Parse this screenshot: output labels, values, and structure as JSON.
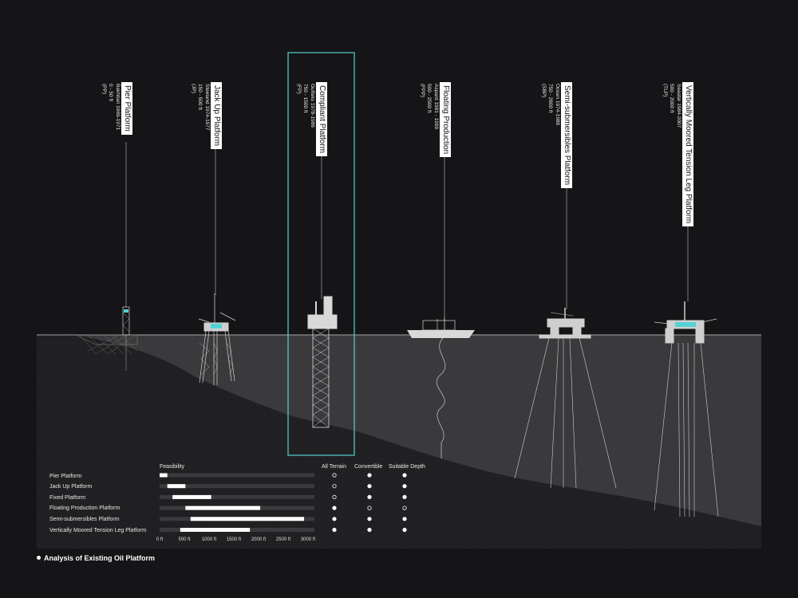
{
  "platforms": [
    {
      "name": "Pier Platform",
      "meta": [
        "Bakhtiari 1969-1971",
        "0 - 50 ft",
        "(PP)"
      ]
    },
    {
      "name": "Jack Up Platform",
      "meta": [
        "Steeland 1974-1977",
        "150 - 500 ft",
        "(JP)"
      ]
    },
    {
      "name": "Compliant Platform",
      "meta": [
        "Gulfaks 1978-1986",
        "750 - 1500 ft",
        "(FP)"
      ]
    },
    {
      "name": "Floating Production",
      "meta": [
        "Aspard 1981 - 1999",
        "500 - 2500 ft",
        "(FPP)"
      ]
    },
    {
      "name": "Semi-submersibles Platform",
      "meta": [
        "Ocean 1974-1988",
        "750 - 2800 ft",
        "(SBP)"
      ]
    },
    {
      "name": "Vertically Moored Tension Leg Platform",
      "meta": [
        "Seastar 1984-2007",
        "500 - 2000 ft",
        "(TLP)"
      ]
    }
  ],
  "chart_data": {
    "type": "bar",
    "subtype": "floating range bars",
    "title": "Feasibility",
    "categories": [
      "Pier Platform",
      "Jack Up Platform",
      "Fixed Platform",
      "Floating Production Platform",
      "Semi-submersibles Platform",
      "Vertically Moored Tension Leg Platform"
    ],
    "ranges": [
      [
        0,
        150
      ],
      [
        150,
        500
      ],
      [
        250,
        1000
      ],
      [
        500,
        1950
      ],
      [
        600,
        2800
      ],
      [
        400,
        1750
      ]
    ],
    "xlim": [
      0,
      3000
    ],
    "x_ticks": [
      "0 ft",
      "500 ft",
      "1000 ft",
      "1500 ft",
      "2000 ft",
      "2500 ft",
      "3000 ft"
    ],
    "columns": [
      "All Terrain",
      "Convertible",
      "Suitable Depth"
    ],
    "markers": [
      [
        false,
        true,
        true
      ],
      [
        false,
        true,
        true
      ],
      [
        false,
        true,
        true
      ],
      [
        true,
        false,
        false
      ],
      [
        true,
        true,
        true
      ],
      [
        true,
        true,
        true
      ]
    ],
    "colors": {
      "bar": "#ffffff",
      "track": "#3a3a3c",
      "highlight": "#55d2d4"
    }
  },
  "caption": "Analysis of Existing Oil Platform"
}
